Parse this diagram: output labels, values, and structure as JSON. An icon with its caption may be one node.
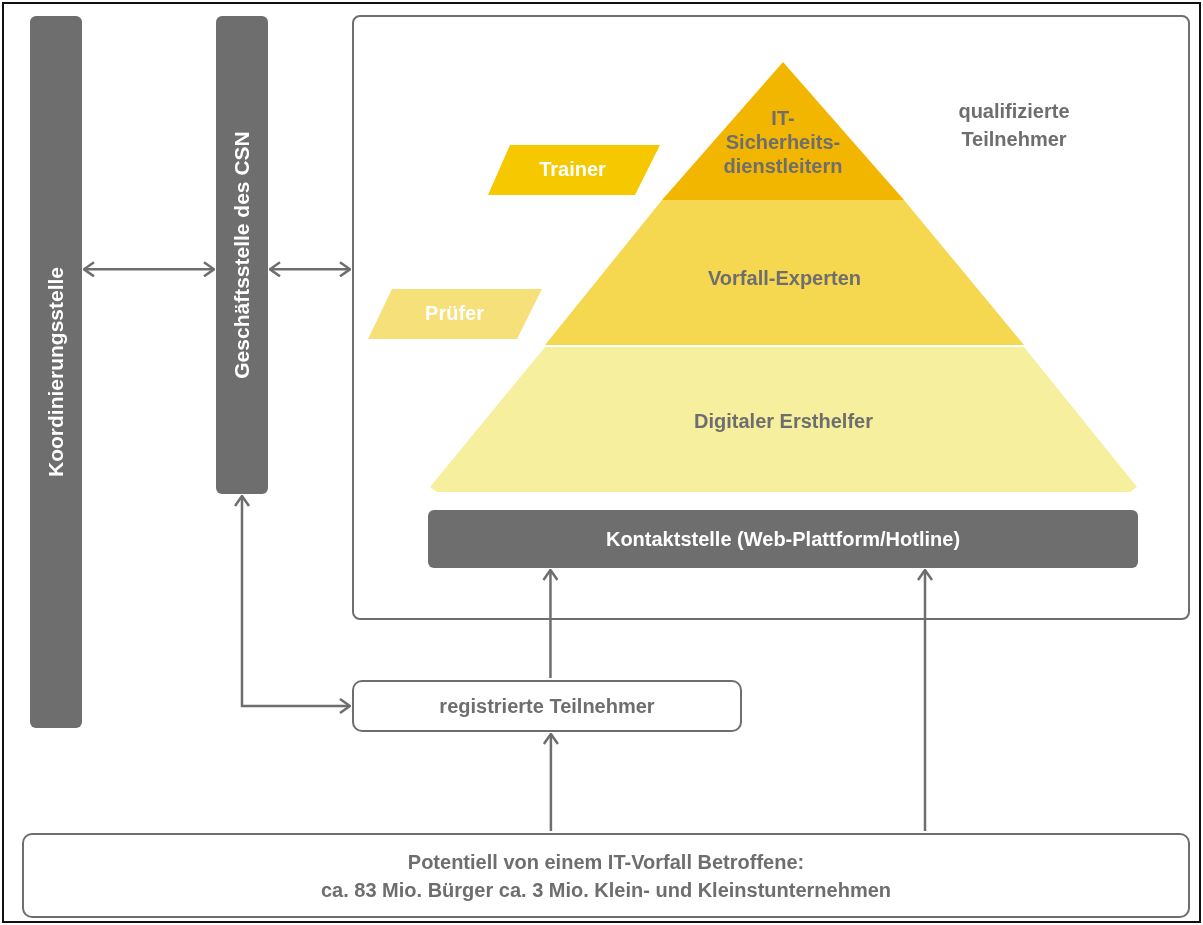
{
  "diagram": {
    "nodes": [
      {
        "text": [
          "Koordinierungsstelle"
        ]
      },
      {
        "text": [
          "Geschäftsstelle des CSN"
        ]
      },
      {
        "text": [
          "qualifizierte Teilnehmer"
        ]
      },
      {
        "text": [
          "IT- Sicherheits- dienstleitern"
        ],
        "in": 2
      },
      {
        "text": [
          "Trainer"
        ],
        "in": 2
      },
      {
        "text": [
          "Vorfall-Experten"
        ],
        "in": 2
      },
      {
        "text": [
          "Prüfer"
        ],
        "in": 2
      },
      {
        "text": [
          "Digitaler Ersthelfer"
        ],
        "in": 2
      },
      {
        "text": [
          "Kontaktstelle (Web-Plattform/Hotline)"
        ],
        "in": 2
      },
      {
        "text": [
          "registrierte Teilnehmer"
        ]
      },
      {
        "text": [
          "Potentiell von einem IT-Vorfall Betroffene:",
          "ca. 83 Mio. Bürger ca. 3 Mio. Klein- und Kleinstunternehmen"
        ]
      }
    ],
    "edges": [
      {
        "from": 0,
        "to": 1,
        "arrow": "both"
      },
      {
        "from": 1,
        "to": 2,
        "arrow": "both"
      },
      {
        "from": 1,
        "to": 9,
        "arrow": "both"
      },
      {
        "from": 9,
        "to": 8,
        "arrow": "to"
      },
      {
        "from": 10,
        "to": 9,
        "arrow": "to"
      },
      {
        "from": 10,
        "to": 8,
        "arrow": "to"
      }
    ]
  }
}
